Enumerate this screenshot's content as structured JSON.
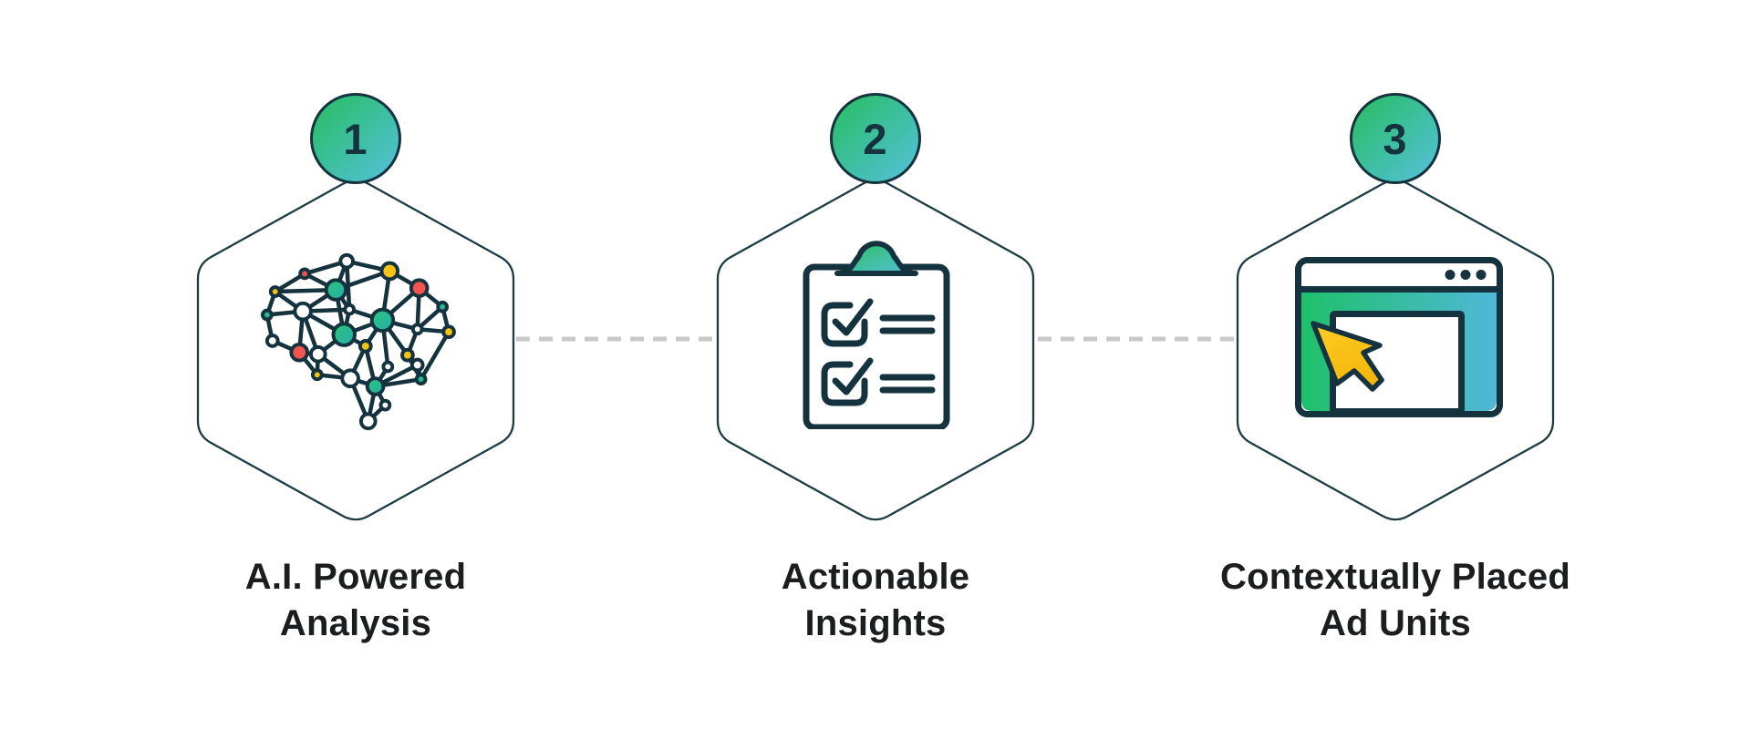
{
  "diagram": {
    "background": "#FFFFFF",
    "type": "three-step-process-infographic"
  },
  "colors": {
    "outline_navy": "#14333E",
    "badge_gradient_start": "#28BE5F",
    "badge_gradient_end": "#57C1DB",
    "node_teal": "#28BB97",
    "node_red": "#F2544F",
    "node_yellow": "#F6C314",
    "cursor_yellow": "#FFC81C",
    "dash_gray": "#C8C8C8",
    "text_dark": "#1B1D1F"
  },
  "steps": [
    {
      "number": "1",
      "title_line1": "A.I. Powered",
      "title_line2": "Analysis",
      "icon": "brain-network-icon"
    },
    {
      "number": "2",
      "title_line1": "Actionable",
      "title_line2": "Insights",
      "icon": "clipboard-checklist-icon"
    },
    {
      "number": "3",
      "title_line1": "Contextually Placed",
      "title_line2": "Ad Units",
      "icon": "browser-ad-cursor-icon"
    }
  ],
  "connectors": {
    "style": "dashed",
    "count": 2
  }
}
